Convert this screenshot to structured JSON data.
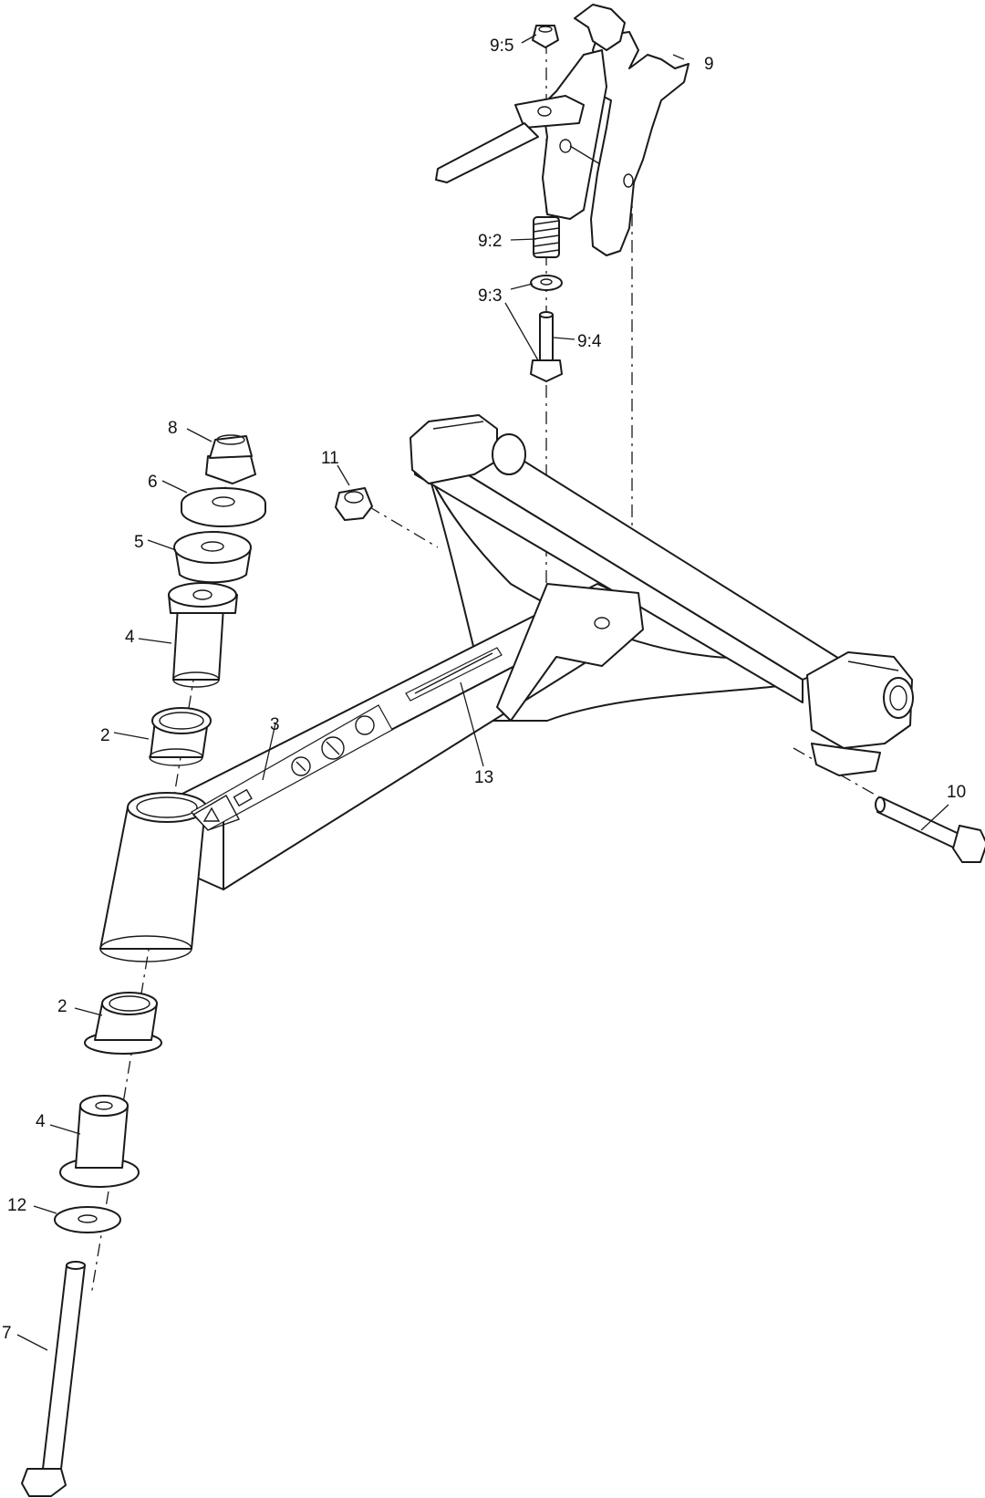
{
  "callouts": [
    {
      "id": "9-5",
      "text": "9:5"
    },
    {
      "id": "9",
      "text": "9"
    },
    {
      "id": "9-2",
      "text": "9:2"
    },
    {
      "id": "9-3",
      "text": "9:3"
    },
    {
      "id": "9-4",
      "text": "9:4"
    },
    {
      "id": "8",
      "text": "8"
    },
    {
      "id": "6",
      "text": "6"
    },
    {
      "id": "5",
      "text": "5"
    },
    {
      "id": "11",
      "text": "11"
    },
    {
      "id": "4a",
      "text": "4"
    },
    {
      "id": "2a",
      "text": "2"
    },
    {
      "id": "3",
      "text": "3"
    },
    {
      "id": "13",
      "text": "13"
    },
    {
      "id": "10",
      "text": "10"
    },
    {
      "id": "2b",
      "text": "2"
    },
    {
      "id": "4b",
      "text": "4"
    },
    {
      "id": "12",
      "text": "12"
    },
    {
      "id": "7",
      "text": "7"
    }
  ]
}
